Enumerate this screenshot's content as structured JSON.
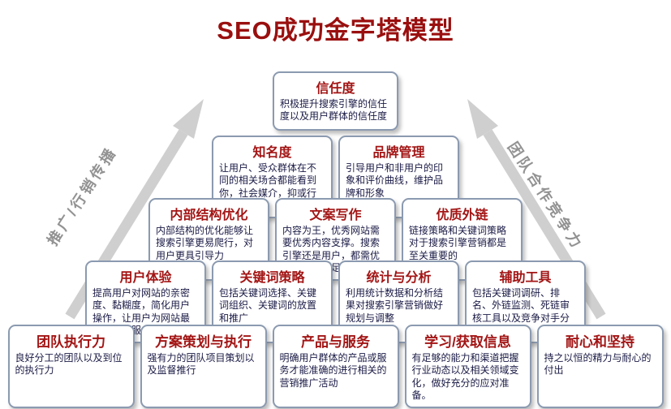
{
  "title": "SEO成功金字塔模型",
  "arrows": {
    "left_label": "推广/行销传播",
    "right_label": "团队合作竞争力",
    "color": "#cfcfcf"
  },
  "colors": {
    "title": "#9a0f0f",
    "box_title": "#a31515",
    "box_body": "#1a1a46",
    "box_border": "#8b9ab0",
    "side_label": "#929292"
  },
  "pyramid": {
    "rows": [
      {
        "boxes": [
          {
            "title": "信任度",
            "body": "积极提升搜索引擎的信任度以及用户群体的信任度"
          }
        ]
      },
      {
        "boxes": [
          {
            "title": "知名度",
            "body": "让用户、受众群体在不同的相关场合都能看到你，社会媒介，抑或行业窗口"
          },
          {
            "title": "品牌管理",
            "body": "引导用户和非用户的印象和评价曲线，维护品牌和形象"
          }
        ]
      },
      {
        "boxes": [
          {
            "title": "内部结构优化",
            "body": "内部结构的优化能够让搜索引擎更易爬行，对用户更具引导力"
          },
          {
            "title": "文案写作",
            "body": "内容为王，优秀网站需要优秀内容支撑。搜索引擎还是用户，都需优质内容来满足"
          },
          {
            "title": "优质外链",
            "body": "链接策略和关键词策略对于搜索引擎营销都是至关重要的"
          }
        ]
      },
      {
        "boxes": [
          {
            "title": "用户体验",
            "body": "提高用户对网站的亲密度、黏糊度，简化用户操作，让用户为网站最终转化为服务"
          },
          {
            "title": "关键词策略",
            "body": "包括关键词选择、关键词组织、关键词的放置和推广"
          },
          {
            "title": "统计与分析",
            "body": "利用统计数据和分析结果对搜索引擎营销做好规划与调整"
          },
          {
            "title": "辅助工具",
            "body": "包括关键词调研、排名、外链监测、死链审核工具以及竞争对手分析工具等等。"
          }
        ]
      },
      {
        "boxes": [
          {
            "title": "团队执行力",
            "body": "良好分工的团队以及到位的执行力"
          },
          {
            "title": "方案策划与执行",
            "body": "强有力的团队项目策划以及监督推行"
          },
          {
            "title": "产品与服务",
            "body": "明确用户群体的产品或服务才能准确的进行相关的营销推广活动"
          },
          {
            "title": "学习/获取信息",
            "body": "有足够的能力和渠道把握行业动态以及相关领域变化，做好充分的应对准备。"
          },
          {
            "title": "耐心和坚持",
            "body": "持之以恒的精力与耐心的付出"
          }
        ]
      }
    ]
  }
}
